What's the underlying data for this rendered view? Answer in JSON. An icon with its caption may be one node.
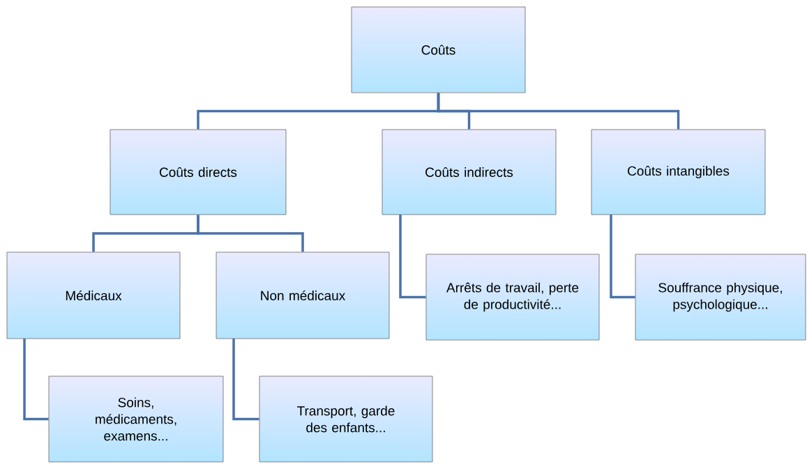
{
  "diagram": {
    "nodes": [
      {
        "text": [
          "Coûts"
        ]
      },
      {
        "text": [
          "Coûts directs"
        ]
      },
      {
        "text": [
          "Coûts indirects"
        ]
      },
      {
        "text": [
          "Coûts intangibles"
        ]
      },
      {
        "text": [
          "Médicaux"
        ]
      },
      {
        "text": [
          "Non médicaux"
        ]
      },
      {
        "text": [
          "Arrêts de travail, perte de productivité..."
        ]
      },
      {
        "text": [
          "Souffrance physique, psychologique..."
        ]
      },
      {
        "text": [
          "Soins, médicaments, examens..."
        ]
      },
      {
        "text": [
          "Transport, garde des enfants..."
        ]
      }
    ],
    "edges": [
      {
        "from": 0,
        "to": 1,
        "arrow": "none"
      },
      {
        "from": 0,
        "to": 2,
        "arrow": "none"
      },
      {
        "from": 0,
        "to": 3,
        "arrow": "none"
      },
      {
        "from": 1,
        "to": 4,
        "arrow": "none"
      },
      {
        "from": 1,
        "to": 5,
        "arrow": "none"
      },
      {
        "from": 2,
        "to": 6,
        "arrow": "none"
      },
      {
        "from": 3,
        "to": 7,
        "arrow": "none"
      },
      {
        "from": 4,
        "to": 8,
        "arrow": "none"
      },
      {
        "from": 5,
        "to": 9,
        "arrow": "none"
      }
    ]
  }
}
